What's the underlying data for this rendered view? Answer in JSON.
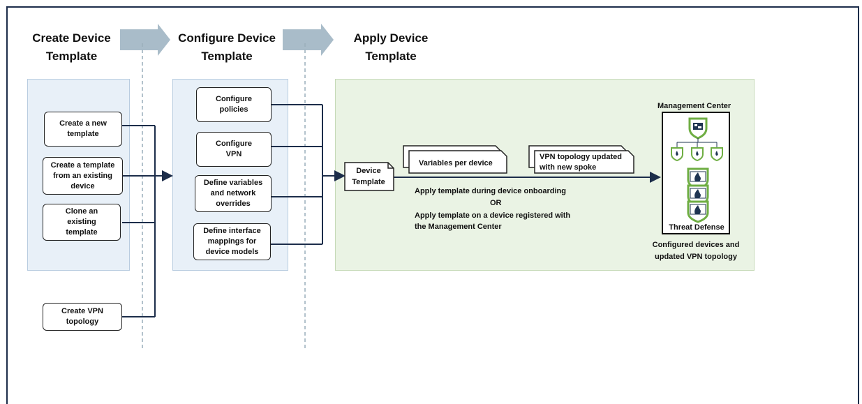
{
  "stages": {
    "create": "Create Device\nTemplate",
    "configure": "Configure Device\nTemplate",
    "apply": "Apply Device\nTemplate"
  },
  "create_boxes": [
    "Create a new\ntemplate",
    "Create a template\nfrom an existing\ndevice",
    "Clone an\nexisting\ntemplate"
  ],
  "vpn_box": "Create VPN\ntopology",
  "configure_boxes": [
    "Configure\npolicies",
    "Configure\nVPN",
    "Define variables\nand network\noverrides",
    "Define interface\nmappings for\ndevice models"
  ],
  "apply": {
    "device_template": "Device\nTemplate",
    "variables": "Variables per device",
    "vpn_updated": "VPN topology updated\nwith new spoke",
    "line1": "Apply template during device onboarding",
    "or": "OR",
    "line2": "Apply template on a device registered with\nthe Management Center",
    "management_center": "Management Center",
    "threat_defense": "Threat Defense",
    "configured": "Configured devices and\nupdated VPN topology"
  },
  "colors": {
    "frame": "#1c2d4a",
    "connector": "#1c2d4a",
    "stage_arrow": "#a9bcc9",
    "icon_green": "#6fae43",
    "icon_dark": "#1f3552"
  }
}
